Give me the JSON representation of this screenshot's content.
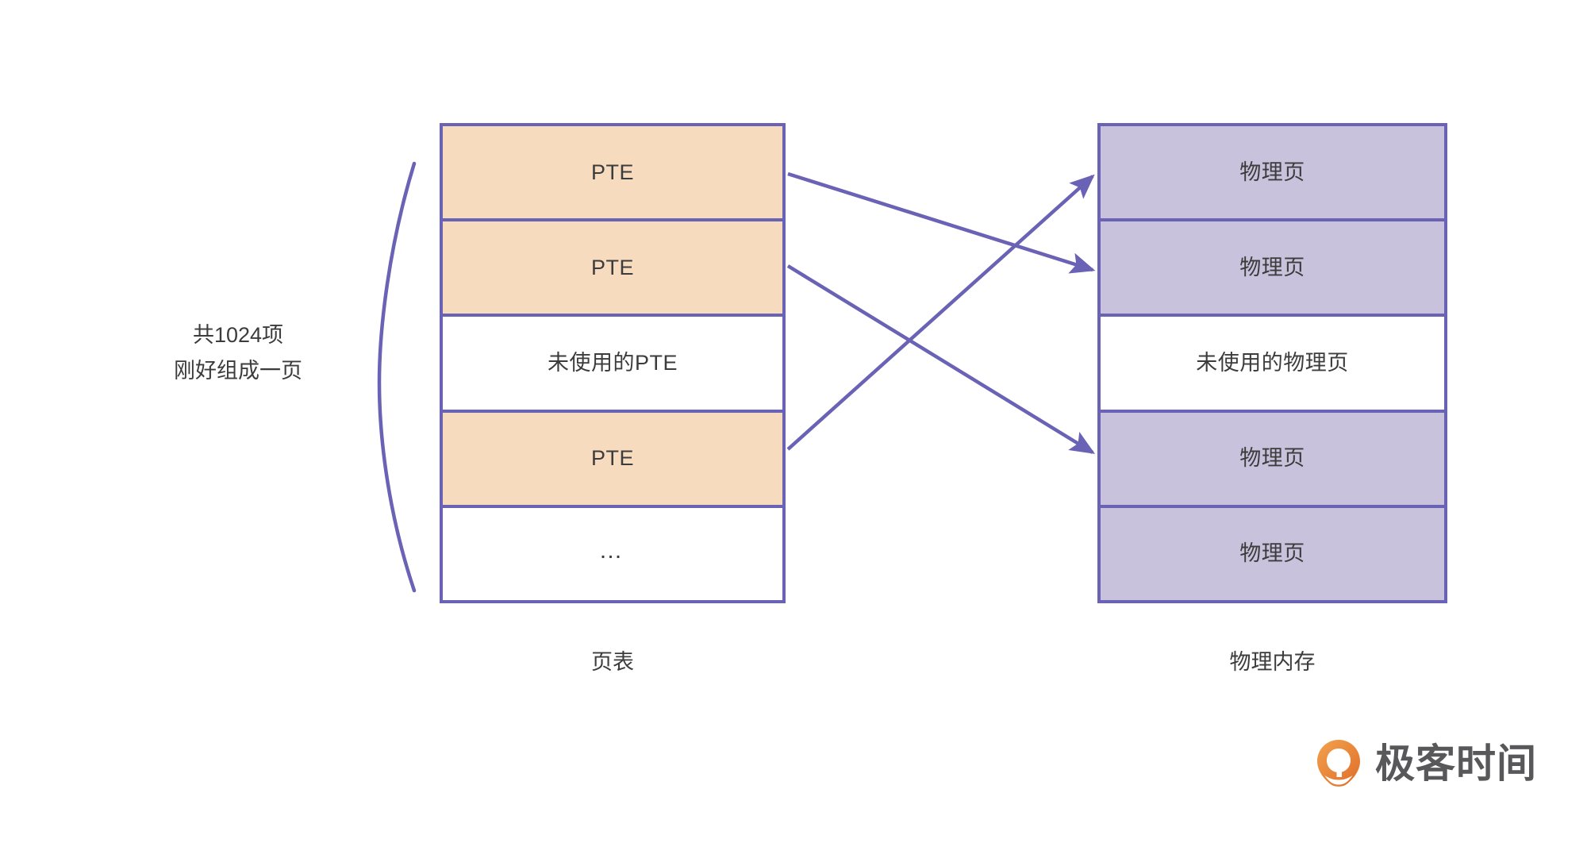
{
  "diagram": {
    "colors": {
      "border_purple": "#6a62b5",
      "pte_fill": "#f6dbbf",
      "physical_page_fill": "#c9c2dc",
      "empty_fill": "#ffffff",
      "text": "#3c3c3c",
      "logo_orange": "#e8833a"
    },
    "annotation": {
      "line1": "共1024项",
      "line2": "刚好组成一页"
    },
    "page_table": {
      "caption": "页表",
      "rows": [
        {
          "label": "PTE",
          "state": "used"
        },
        {
          "label": "PTE",
          "state": "used"
        },
        {
          "label": "未使用的PTE",
          "state": "unused"
        },
        {
          "label": "PTE",
          "state": "used"
        },
        {
          "label": "…",
          "state": "more"
        }
      ]
    },
    "physical_memory": {
      "caption": "物理内存",
      "rows": [
        {
          "label": "物理页",
          "state": "used"
        },
        {
          "label": "物理页",
          "state": "used"
        },
        {
          "label": "未使用的物理页",
          "state": "unused"
        },
        {
          "label": "物理页",
          "state": "used"
        },
        {
          "label": "物理页",
          "state": "used"
        }
      ]
    },
    "mappings": [
      {
        "from_row": 1,
        "to_row": 2
      },
      {
        "from_row": 2,
        "to_row": 4
      },
      {
        "from_row": 4,
        "to_row": 1
      }
    ]
  },
  "branding": {
    "wordmark": "极客时间"
  }
}
